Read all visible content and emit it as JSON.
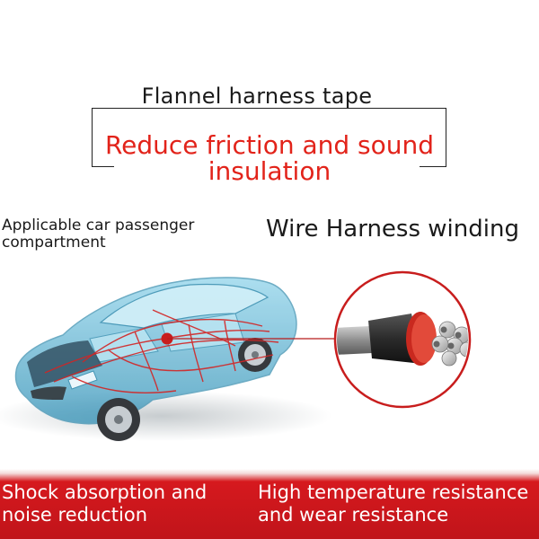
{
  "header": {
    "title": "Flannel harness tape",
    "subtitle": "Reduce friction and sound insulation"
  },
  "labels": {
    "application": "Applicable car passenger compartment",
    "usage": "Wire Harness winding"
  },
  "features": {
    "left": "Shock absorption and noise reduction",
    "right": "High temperature resistance and wear resistance"
  },
  "colors": {
    "accent": "#e2231a",
    "band": "#c8161c",
    "car_body": "#5fb6d6",
    "wires": "#d32424"
  },
  "icons": {
    "illustration": "car-xray-wiring",
    "detail": "cable-bundle-magnifier"
  }
}
